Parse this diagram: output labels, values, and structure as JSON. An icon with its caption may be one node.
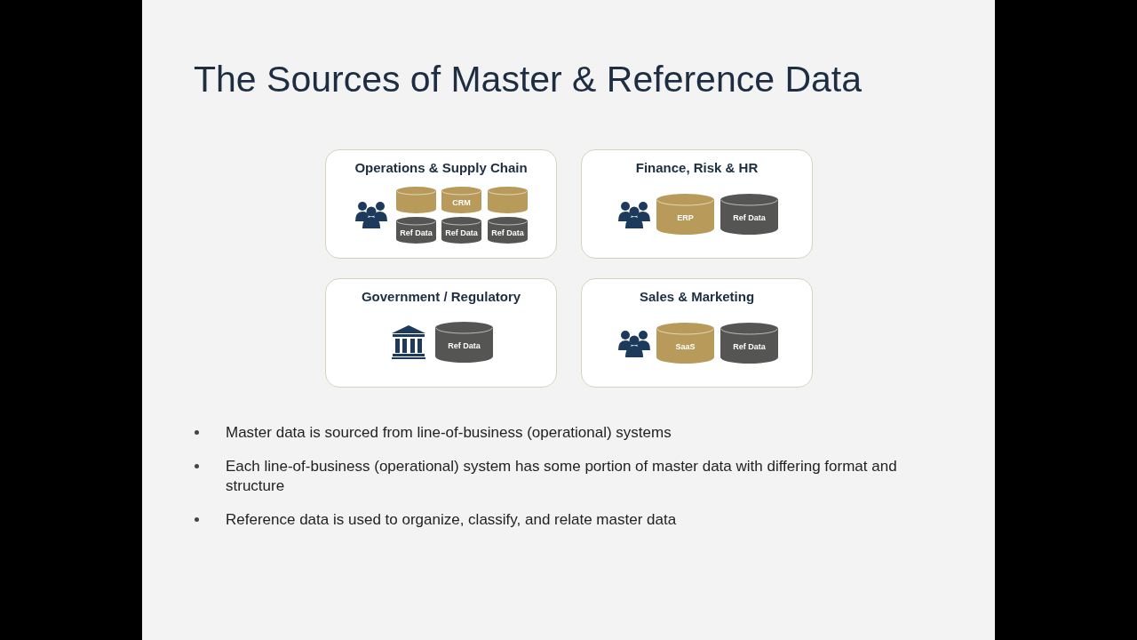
{
  "diagram": {
    "title": "The Sources of Master & Reference Data",
    "nodes": [
      {
        "text": [
          "Operations & Supply Chain"
        ]
      },
      {
        "text": [],
        "shape": "cylinder",
        "in": 0
      },
      {
        "text": [
          "CRM"
        ],
        "in": 0
      },
      {
        "text": [],
        "shape": "cylinder",
        "in": 0
      },
      {
        "text": [
          "Ref Data"
        ],
        "in": 0
      },
      {
        "text": [
          "Ref Data"
        ],
        "in": 0
      },
      {
        "text": [
          "Ref Data"
        ],
        "in": 0
      },
      {
        "text": [
          "Finance, Risk & HR"
        ]
      },
      {
        "text": [
          "ERP"
        ],
        "in": 7
      },
      {
        "text": [
          "Ref Data"
        ],
        "in": 7
      },
      {
        "text": [
          "Government / Regulatory"
        ]
      },
      {
        "text": [
          "Ref Data"
        ],
        "in": 10
      },
      {
        "text": [
          "Sales & Marketing"
        ]
      },
      {
        "text": [
          "SaaS"
        ],
        "in": 12
      },
      {
        "text": [
          "Ref Data"
        ],
        "in": 12
      }
    ],
    "labels": [
      "Master data is sourced from line-of-business (operational) systems",
      "Each line-of-business (operational) system has some portion of master data with differing format and structure",
      "Reference data is used to organize, classify, and relate master data"
    ]
  }
}
